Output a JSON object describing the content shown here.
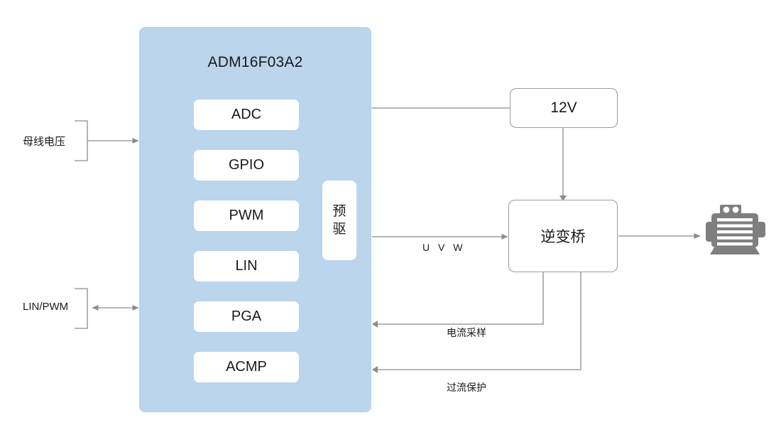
{
  "diagram": {
    "title": "ADM16F03A2 motor control block diagram",
    "colors": {
      "panel_blue": "#bad5ec",
      "module_white": "#ffffff",
      "line_gray": "#8c8c8c",
      "box_border": "#9b9b9b",
      "motor_gray": "#7f7f7f",
      "text": "#1a1a1a",
      "background": "#ffffff"
    }
  },
  "mcu": {
    "title": "ADM16F03A2",
    "modules": [
      {
        "label": "ADC"
      },
      {
        "label": "GPIO"
      },
      {
        "label": "PWM"
      },
      {
        "label": "LIN"
      },
      {
        "label": "PGA"
      },
      {
        "label": "ACMP"
      }
    ],
    "predriver": {
      "line1": "预",
      "line2": "驱"
    }
  },
  "right_blocks": {
    "supply": {
      "label": "12V"
    },
    "inverter": {
      "label": "逆变桥"
    },
    "motor": {
      "icon": "motor-icon"
    }
  },
  "left_ports": {
    "bus_voltage": {
      "label": "母线电压",
      "direction": "in"
    },
    "lin_pwm": {
      "label": "LIN/PWM",
      "direction": "bidirectional"
    }
  },
  "connection_labels": {
    "uvw": "U V W",
    "current_sense": "电流采样",
    "over_current": "过流保护"
  }
}
